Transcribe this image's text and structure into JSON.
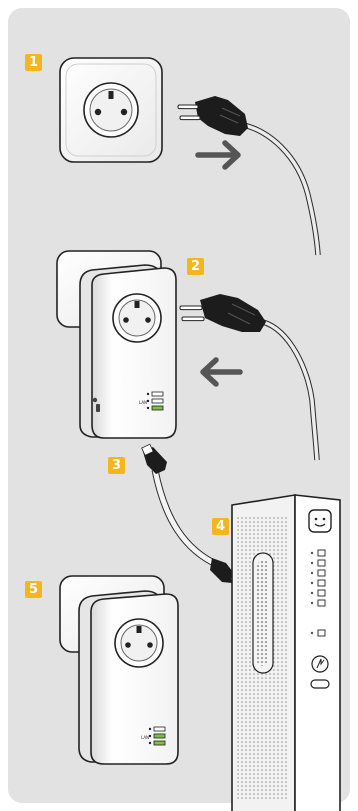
{
  "colors": {
    "panel": "#e2e2e3",
    "badge": "#f5b51c",
    "arrow": "#555555",
    "plug": "#1c1c1c",
    "cable": "#ececec",
    "led_green": "#7cc242"
  },
  "steps": [
    {
      "label": "1",
      "description_icon": "wall-socket-and-plug-icon"
    },
    {
      "label": "2",
      "description_icon": "powerline-adapter-and-plug-icon"
    },
    {
      "label": "3",
      "description_icon": "ethernet-cable-icon"
    },
    {
      "label": "4",
      "description_icon": "internet-box-icon"
    },
    {
      "label": "5",
      "description_icon": "second-powerline-adapter-icon"
    }
  ],
  "adapter_led_label": "LAN"
}
